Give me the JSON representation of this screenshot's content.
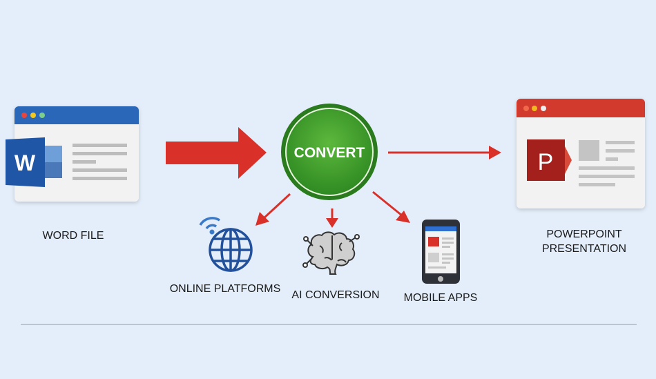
{
  "nodes": {
    "source": {
      "label": "WORD FILE",
      "icon_letter": "W"
    },
    "center": {
      "label": "CONVERT"
    },
    "target": {
      "label_line1": "POWERPOINT",
      "label_line2": "PRESENTATION",
      "icon_letter": "P"
    },
    "methods": [
      {
        "label": "ONLINE PLATFORMS",
        "icon": "globe-wifi-icon"
      },
      {
        "label": "AI CONVERSION",
        "icon": "brain-icon"
      },
      {
        "label": "MOBILE APPS",
        "icon": "smartphone-icon"
      }
    ]
  },
  "colors": {
    "background": "#e4eefa",
    "word_blue": "#2b67b8",
    "ppt_red": "#d23a2e",
    "convert_green": "#3e9a2e",
    "arrow_red": "#d9302a"
  }
}
